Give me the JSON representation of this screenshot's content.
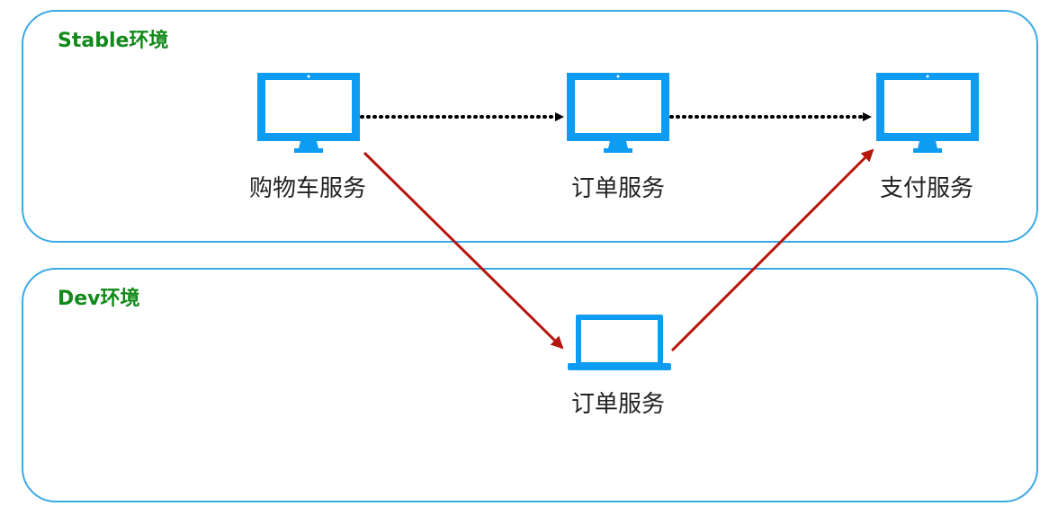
{
  "environments": {
    "stable": {
      "label": "Stable环境"
    },
    "dev": {
      "label": "Dev环境"
    }
  },
  "services": {
    "cart": {
      "label": "购物车服务",
      "icon": "monitor-icon"
    },
    "order": {
      "label": "订单服务",
      "icon": "monitor-icon"
    },
    "payment": {
      "label": "支付服务",
      "icon": "monitor-icon"
    },
    "dev_order": {
      "label": "订单服务",
      "icon": "laptop-icon"
    }
  },
  "colors": {
    "box_border": "#39a9e6",
    "env_label": "#138a1b",
    "device": "#0d9cf2",
    "stable_flow": "#000000",
    "dev_flow": "#b5170e"
  }
}
